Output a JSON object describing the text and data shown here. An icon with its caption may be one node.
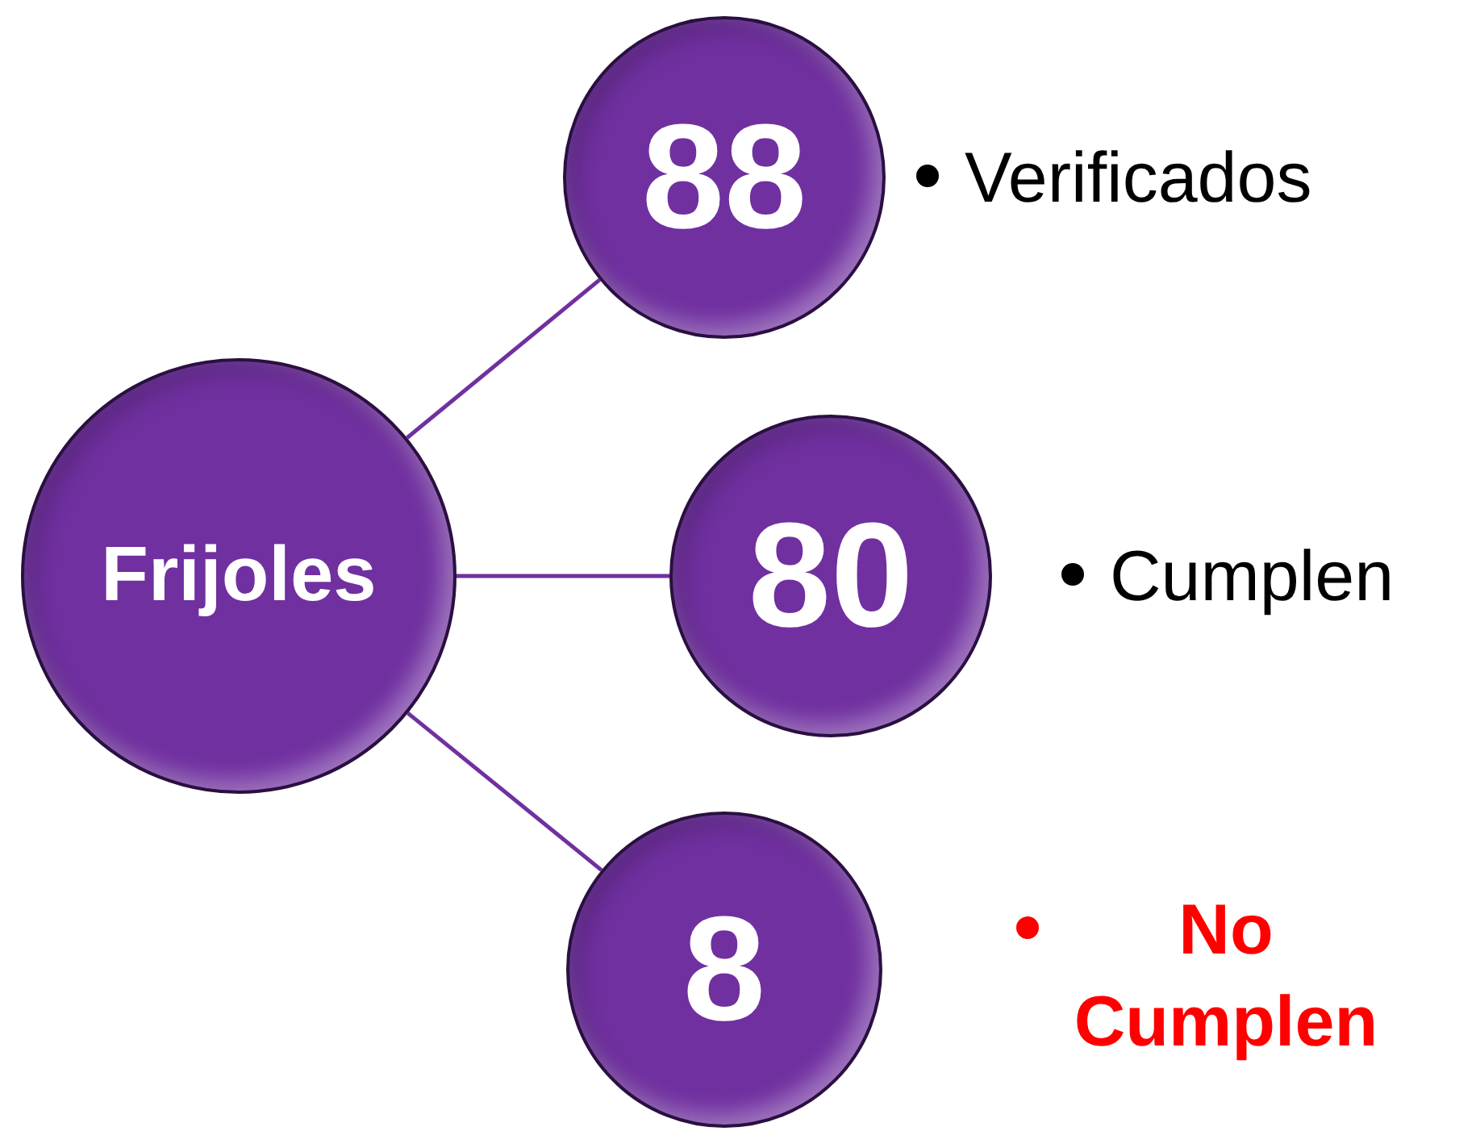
{
  "diagram": {
    "nodes": [
      {
        "text": [
          "Frijoles"
        ]
      },
      {
        "text": [
          "88"
        ],
        "beside": [
          "Verificados"
        ]
      },
      {
        "text": [
          "80"
        ],
        "beside": [
          "Cumplen"
        ]
      },
      {
        "text": [
          "8"
        ],
        "beside": [
          "No Cumplen"
        ]
      }
    ],
    "edges": [
      {
        "from": 0,
        "to": 1,
        "arrow": "none"
      },
      {
        "from": 0,
        "to": 2,
        "arrow": "none"
      },
      {
        "from": 0,
        "to": 3,
        "arrow": "none"
      }
    ]
  }
}
